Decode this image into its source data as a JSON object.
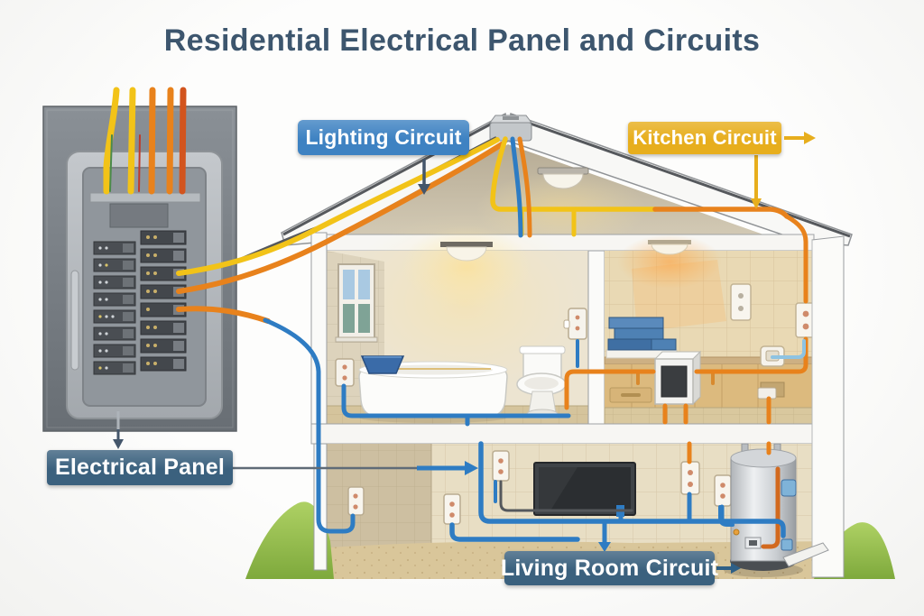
{
  "title": "Residential Electrical Panel and Circuits",
  "callouts": {
    "lighting_circuit": {
      "label": "Lighting Circuit"
    },
    "kitchen_circuit": {
      "label": "Kitchen Circuit"
    },
    "electrical_panel": {
      "label": "Electrical Panel"
    },
    "living_room_circuit": {
      "label": "Living Room Circuit"
    }
  },
  "colors": {
    "title_text": "#3d566e",
    "label_text": "#ffffff",
    "label_blue": "#3e82c2",
    "label_gold": "#e7ae1d",
    "label_slate": "#3b617e",
    "arrow_slate": "#44566b",
    "wire_yellow": "#f2c318",
    "wire_orange": "#e8821c",
    "wire_red": "#d2541e",
    "wire_blue": "#2e7cc3",
    "wire_lightblue": "#8ec3e2",
    "wire_gray": "#55585c",
    "panel_gray": "#7c828a",
    "attic_tan": "#c9bfa9",
    "wall_cream": "#ece4d1",
    "tile_beige": "#e9d9b4",
    "ground_sand": "#d9c69a",
    "grass_green": "#8fb944",
    "heater_silver": "#d2d5d8"
  },
  "scene": {
    "rooms": [
      "attic",
      "bathroom",
      "kitchen",
      "living-room"
    ],
    "components": [
      "electrical-panel",
      "circuit-breakers",
      "service-wires",
      "junction-box",
      "ceiling-lights",
      "window",
      "bathtub",
      "wash-basin",
      "toilet",
      "wall-outlets",
      "light-switch",
      "kitchen-cabinets",
      "dishes",
      "microwave",
      "tv",
      "water-heater",
      "grass",
      "ground"
    ]
  }
}
